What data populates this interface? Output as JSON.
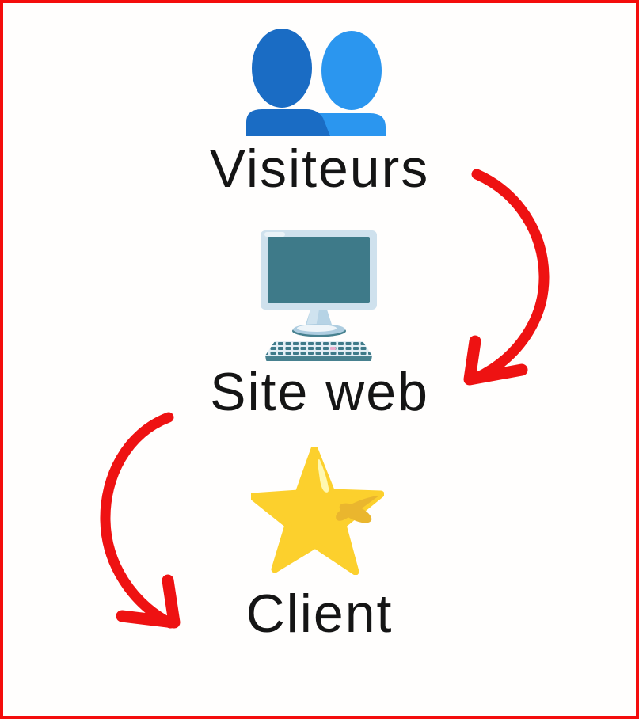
{
  "diagram": {
    "description": "Conversion funnel: visitors pass through a website and become clients",
    "steps": [
      {
        "id": "visiteurs",
        "label": "Visiteurs",
        "icon": "two-users-icon"
      },
      {
        "id": "site-web",
        "label": "Site web",
        "icon": "computer-monitor-icon"
      },
      {
        "id": "client",
        "label": "Client",
        "icon": "star-icon"
      }
    ],
    "connections": [
      {
        "from": "Visiteurs",
        "to": "Site web",
        "shape": "curved-arrow",
        "side": "right"
      },
      {
        "from": "Site web",
        "to": "Client",
        "shape": "curved-arrow",
        "side": "left"
      }
    ],
    "colors": {
      "border_red": "#f40c0c",
      "arrow_red": "#ee1212",
      "text": "#151515",
      "background": "#fffefd",
      "person_front_blue": "#1a6cc4",
      "person_back_blue": "#2b96ef",
      "monitor_frame": "#cfe1ed",
      "monitor_screen": "#3e7a89",
      "monitor_stand": "#b6d3e5",
      "keyboard_face": "#e3eef5",
      "keyboard_key_teal": "#3e7a89",
      "keyboard_key_pink": "#e9aacb",
      "star_yellow": "#fcd02d",
      "star_shade": "#eab62e",
      "star_highlight": "#fff8b0"
    }
  }
}
